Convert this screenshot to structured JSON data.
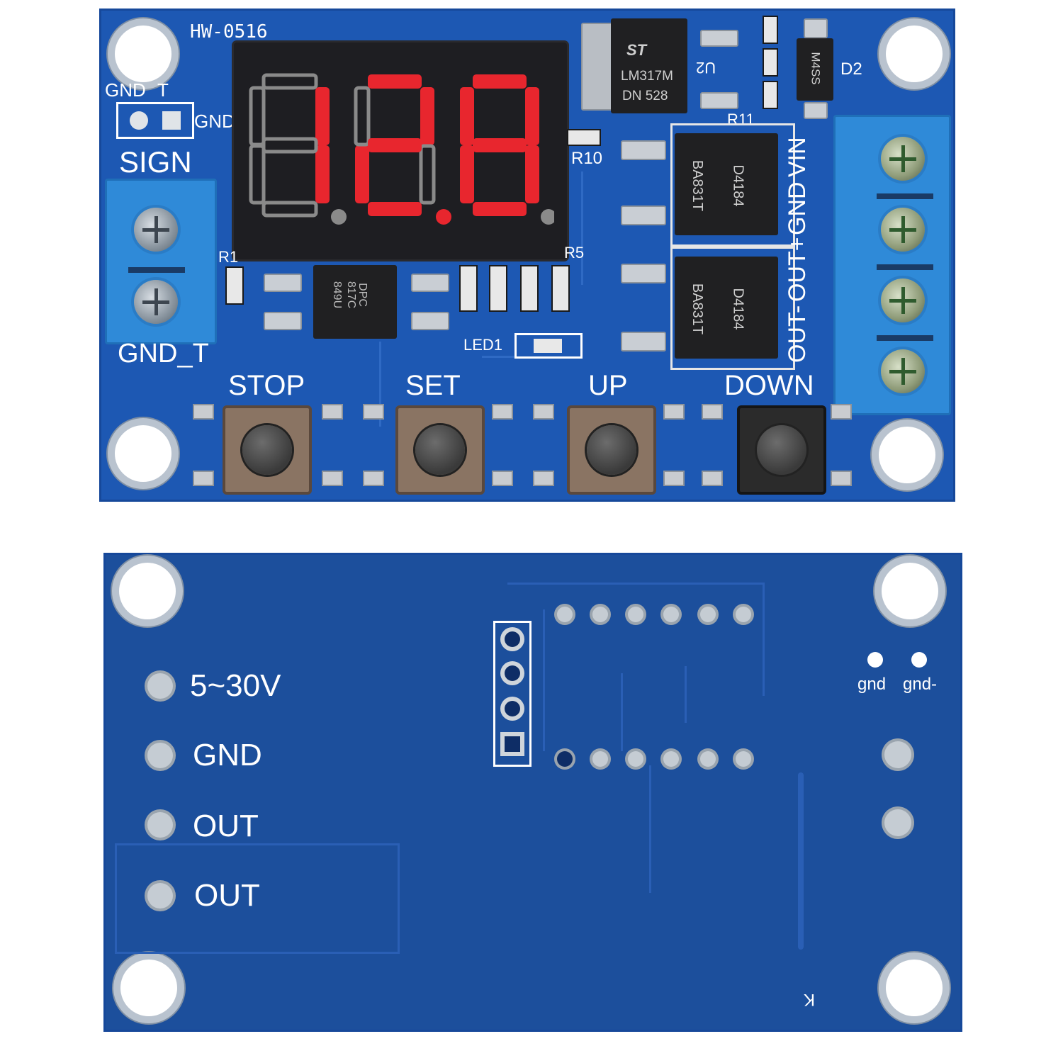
{
  "front": {
    "model": "HW-0516",
    "display_value": "12.8",
    "header_left_label": "GND",
    "header_right_label": "T",
    "header_gnd_label": "GND",
    "sign_label": "SIGN",
    "gnd_t_label": "GND_T",
    "regulator_label": "LM317M",
    "regulator_code": "DN 528",
    "u2_label": "U2",
    "d2_label": "D2",
    "diode_text": "M4SS",
    "r10_label": "R10",
    "r11_label": "R11",
    "r1_label": "R1",
    "r5_label": "R5",
    "led_label": "LED1",
    "mosfet_text": "D4184",
    "mosfet_sub": "BA831T",
    "opto_text": "817C",
    "opto_sub": "849U",
    "opto_brand": "DPC",
    "terminal_labels": {
      "vin": "VIN",
      "gnd": "GND",
      "out_plus": "OUT+",
      "out_minus": "OUT-"
    },
    "buttons": [
      {
        "label": "STOP"
      },
      {
        "label": "SET"
      },
      {
        "label": "UP"
      },
      {
        "label": "DOWN"
      }
    ]
  },
  "back": {
    "pads": [
      {
        "label": "5~30V"
      },
      {
        "label": "GND"
      },
      {
        "label": "OUT"
      },
      {
        "label": "OUT"
      }
    ],
    "gnd_label": "gnd",
    "gnd_minus_label": "gnd-",
    "k_label": "K"
  },
  "colors": {
    "pcb_front": "#1d58b3",
    "pcb_back": "#1c4f9c",
    "terminal": "#2f8ad8",
    "segment_on": "#e8262e",
    "segment_off": "#8a8a8a"
  }
}
